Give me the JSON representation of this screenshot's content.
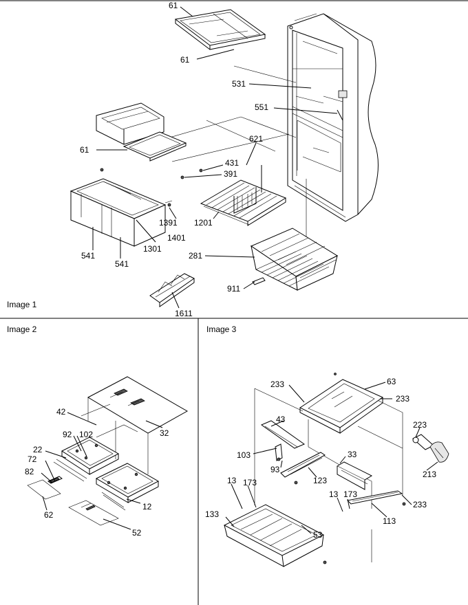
{
  "panels": {
    "image1": {
      "caption": "Image 1"
    },
    "image2": {
      "caption": "Image 2"
    },
    "image3": {
      "caption": "Image 3"
    }
  },
  "callouts": {
    "image1": [
      "61",
      "61",
      "531",
      "551",
      "61",
      "621",
      "431",
      "391",
      "1201",
      "1391",
      "1401",
      "1301",
      "541",
      "541",
      "281",
      "911",
      "1611"
    ],
    "image2": [
      "42",
      "92",
      "102",
      "22",
      "72",
      "82",
      "62",
      "32",
      "12",
      "52"
    ],
    "image3": [
      "233",
      "63",
      "233",
      "43",
      "223",
      "103",
      "93",
      "33",
      "123",
      "213",
      "13",
      "173",
      "13",
      "173",
      "233",
      "113",
      "133",
      "53"
    ]
  }
}
